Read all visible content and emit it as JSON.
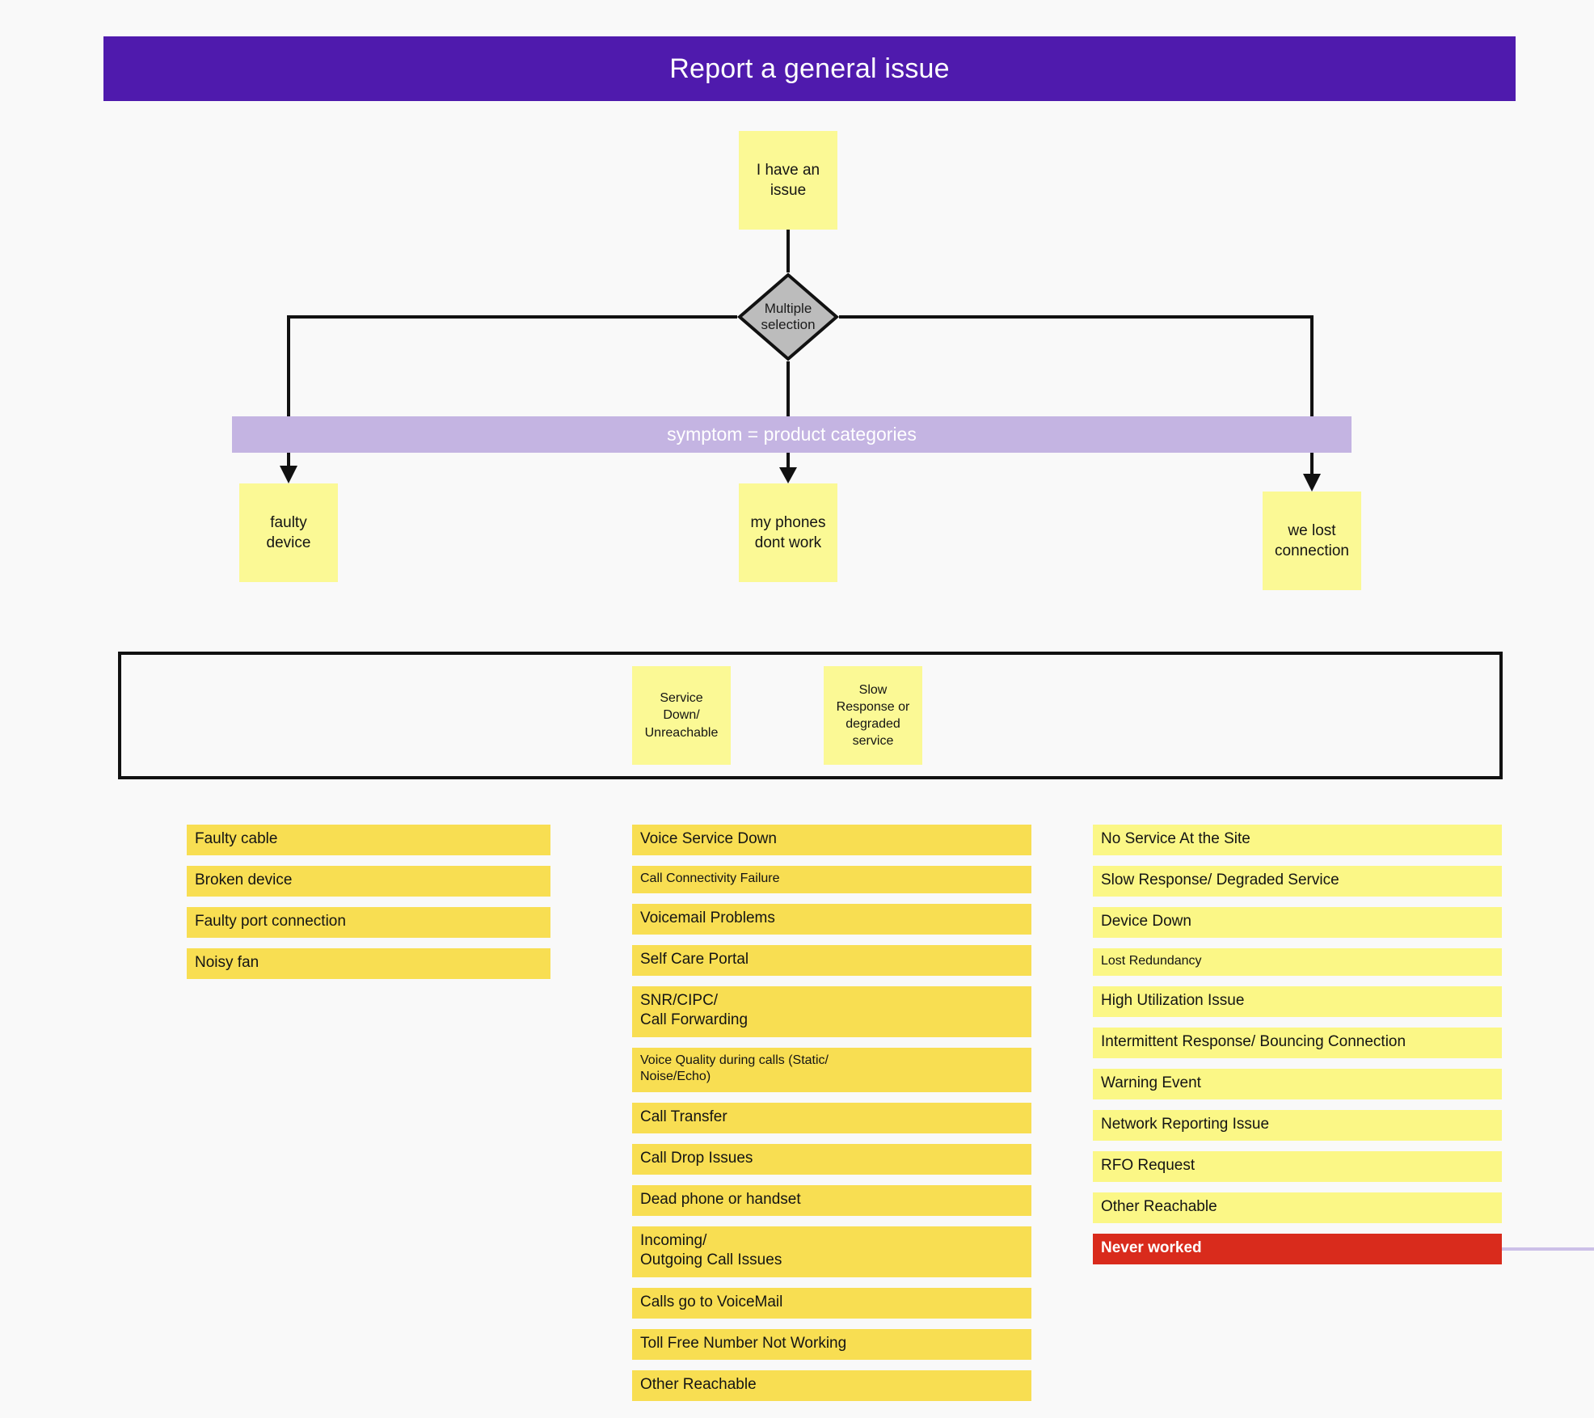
{
  "header": {
    "title": "Report a general issue",
    "bg": "#4f1aad"
  },
  "flow": {
    "root_note": "I have an\nissue",
    "decision": {
      "line1": "Multiple",
      "line2": "selection"
    },
    "branches": [
      {
        "label": "faulty\ndevice"
      },
      {
        "label": "my phones\ndont work"
      },
      {
        "label": "we lost\nconnection"
      }
    ],
    "band_label": "symptom = product categories",
    "band_color": "#c4b4e2",
    "inner_notes": [
      {
        "label": "Service\nDown/\nUnreachable"
      },
      {
        "label": "Slow\nResponse or\ndegraded\nservice"
      }
    ]
  },
  "columns": {
    "left": {
      "accent": "#f8de52",
      "items": [
        {
          "label": "Faulty cable",
          "size": "lg"
        },
        {
          "label": "Broken device",
          "size": "lg"
        },
        {
          "label": "Faulty port connection",
          "size": "lg"
        },
        {
          "label": "Noisy fan",
          "size": "lg"
        }
      ]
    },
    "middle": {
      "accent": "#f8de52",
      "items": [
        {
          "label": "Voice Service Down",
          "size": "lg"
        },
        {
          "label": "Call Connectivity Failure",
          "size": "sm"
        },
        {
          "label": "Voicemail Problems",
          "size": "lg"
        },
        {
          "label": "Self Care Portal",
          "size": "lg"
        },
        {
          "label": "SNR/CIPC/\nCall Forwarding",
          "size": "lg"
        },
        {
          "label": "Voice Quality during calls (Static/\nNoise/Echo)",
          "size": "sm"
        },
        {
          "label": "Call Transfer",
          "size": "lg"
        },
        {
          "label": "Call Drop Issues",
          "size": "lg"
        },
        {
          "label": "Dead phone or handset",
          "size": "lg"
        },
        {
          "label": "Incoming/\nOutgoing Call Issues",
          "size": "lg"
        },
        {
          "label": "Calls go to VoiceMail",
          "size": "lg"
        },
        {
          "label": "Toll Free Number Not Working",
          "size": "lg"
        },
        {
          "label": "Other Reachable",
          "size": "lg"
        }
      ]
    },
    "right": {
      "accent": "#fbf786",
      "items": [
        {
          "label": "No Service At the Site",
          "size": "lg"
        },
        {
          "label": "Slow Response/ Degraded Service",
          "size": "lg"
        },
        {
          "label": "Device Down",
          "size": "lg"
        },
        {
          "label": "Lost Redundancy",
          "size": "sm"
        },
        {
          "label": "High Utilization Issue",
          "size": "lg"
        },
        {
          "label": "Intermittent Response/ Bouncing Connection",
          "size": "lg"
        },
        {
          "label": "Warning Event",
          "size": "lg"
        },
        {
          "label": "Network Reporting Issue",
          "size": "lg"
        },
        {
          "label": "RFO Request",
          "size": "lg"
        },
        {
          "label": "Other Reachable",
          "size": "lg"
        },
        {
          "label": "Never worked",
          "size": "lg",
          "state": "never",
          "color": "#d92b1c"
        }
      ]
    }
  }
}
